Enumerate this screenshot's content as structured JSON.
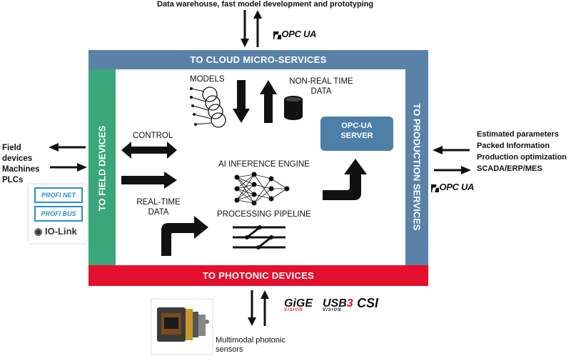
{
  "top": {
    "text": "Data warehouse, fast model development and prototyping",
    "opcua_logo": "OPC UA"
  },
  "bands": {
    "cloud": "TO CLOUD MICRO-SERVICES",
    "photonic": "TO PHOTONIC DEVICES",
    "field": "TO FIELD DEVICES",
    "production": "TO PRODUCTION SERVICES"
  },
  "inner": {
    "models": "MODELS",
    "non_real_time": "NON-REAL TIME\nDATA",
    "control": "CONTROL",
    "real_time": "REAL-TIME\nDATA",
    "ai_engine": "AI INFERENCE ENGINE",
    "pipeline": "PROCESSING PIPELINE",
    "server": "OPC-UA\nSERVER"
  },
  "left": {
    "text": "Field\ndevices\nMachines\nPLCs",
    "logos": [
      "PROFI NET",
      "PROFI BUS",
      "IO-Link"
    ]
  },
  "right": {
    "text": "Estimated parameters\nPacked Information\nProduction optimization\nSCADA/ERP/MES",
    "opcua_logo": "OPC UA"
  },
  "bottom": {
    "text": "Multimodal photonic\nsensors",
    "logos": [
      "GiGE",
      "VISION",
      "USB",
      "VISION",
      "CSI"
    ]
  },
  "colors": {
    "cloud_band": "#5a82a8",
    "photonic_band": "#e4102e",
    "field_band": "#3aa77a",
    "production_band": "#5a82a8",
    "server": "#4d7fa7"
  }
}
